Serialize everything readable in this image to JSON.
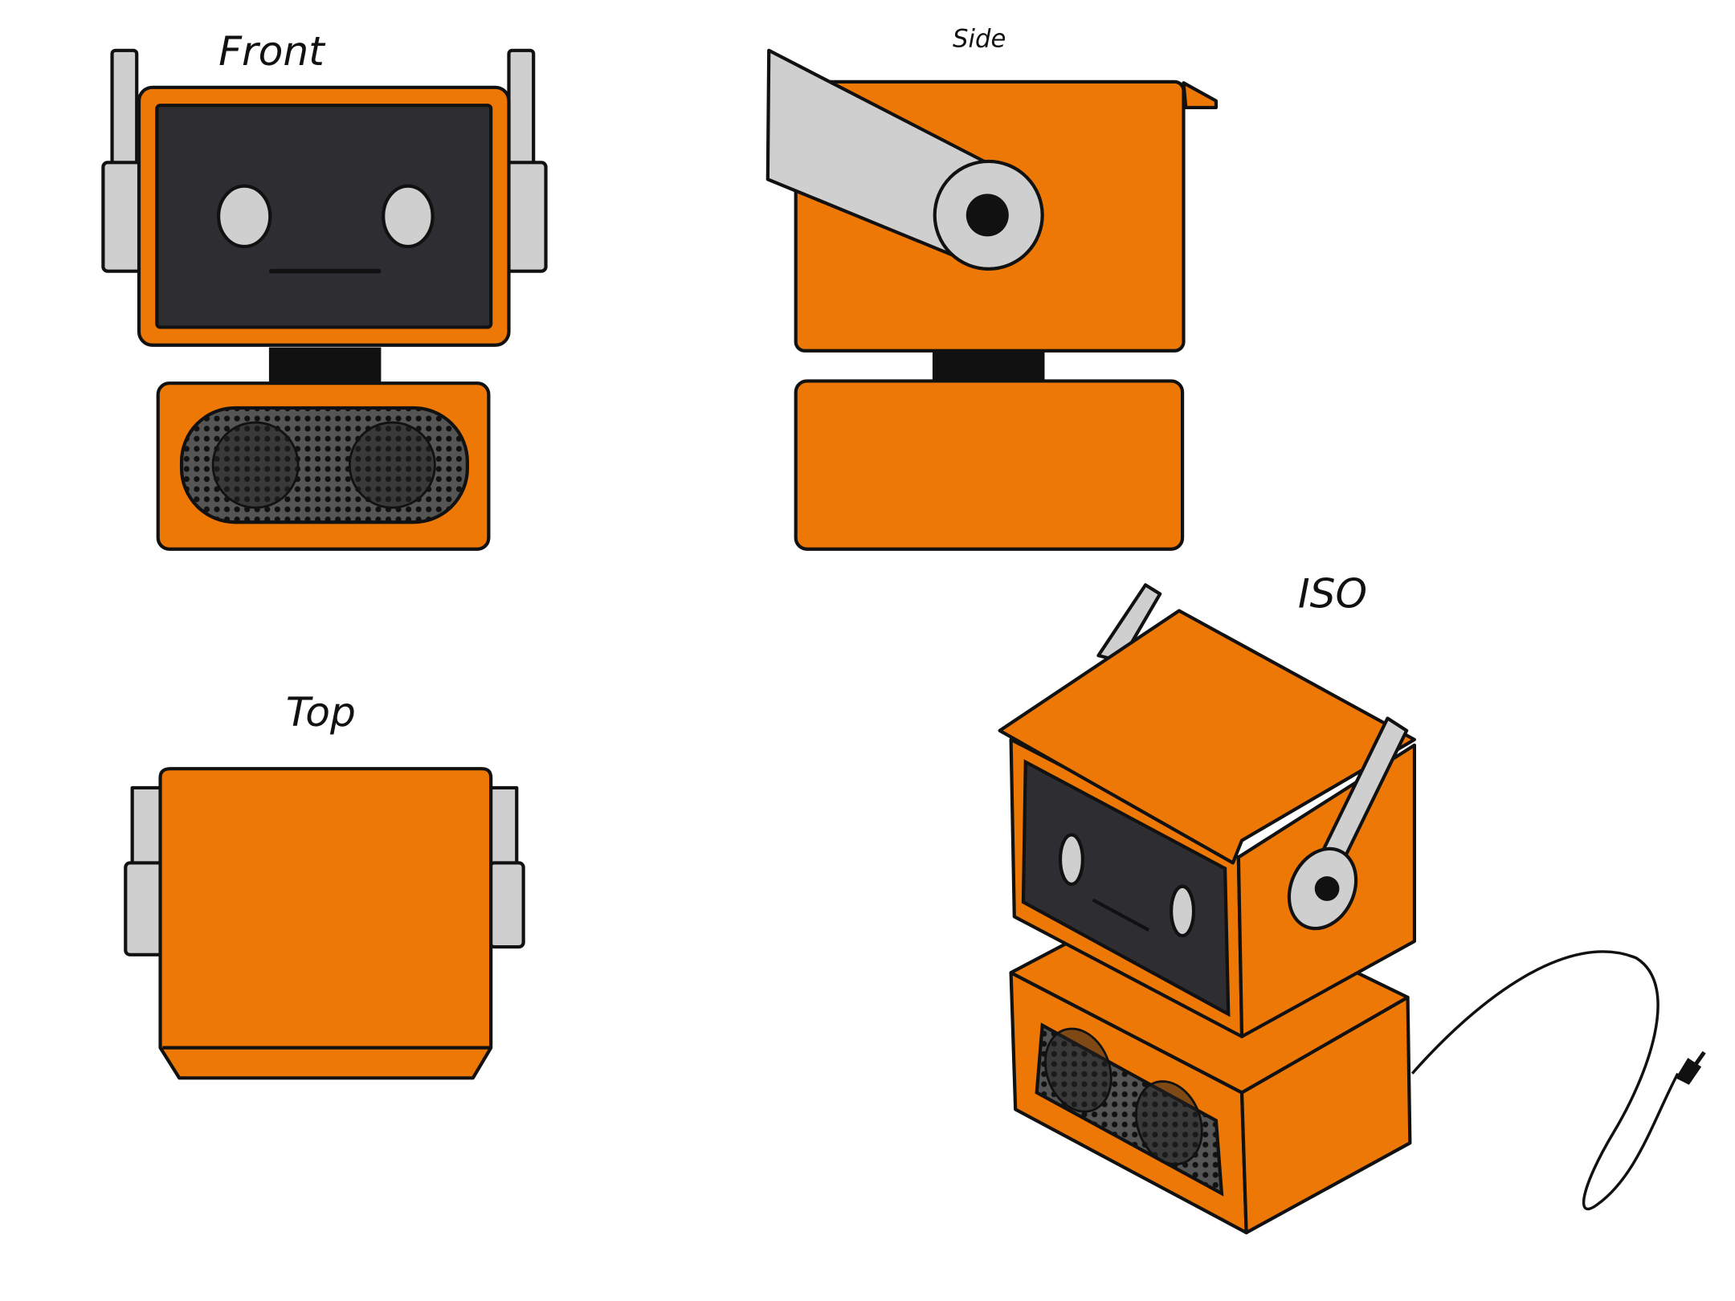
{
  "sheet": {
    "views": [
      {
        "id": "front",
        "label": "Front"
      },
      {
        "id": "side",
        "label": "Side"
      },
      {
        "id": "top",
        "label": "Top"
      },
      {
        "id": "iso",
        "label": "ISO"
      }
    ]
  },
  "colors": {
    "body": "#ED7805",
    "screen": "#2E2D32",
    "metal": "#CFCFCF",
    "outline": "#111111",
    "background": "#FFFFFF"
  }
}
